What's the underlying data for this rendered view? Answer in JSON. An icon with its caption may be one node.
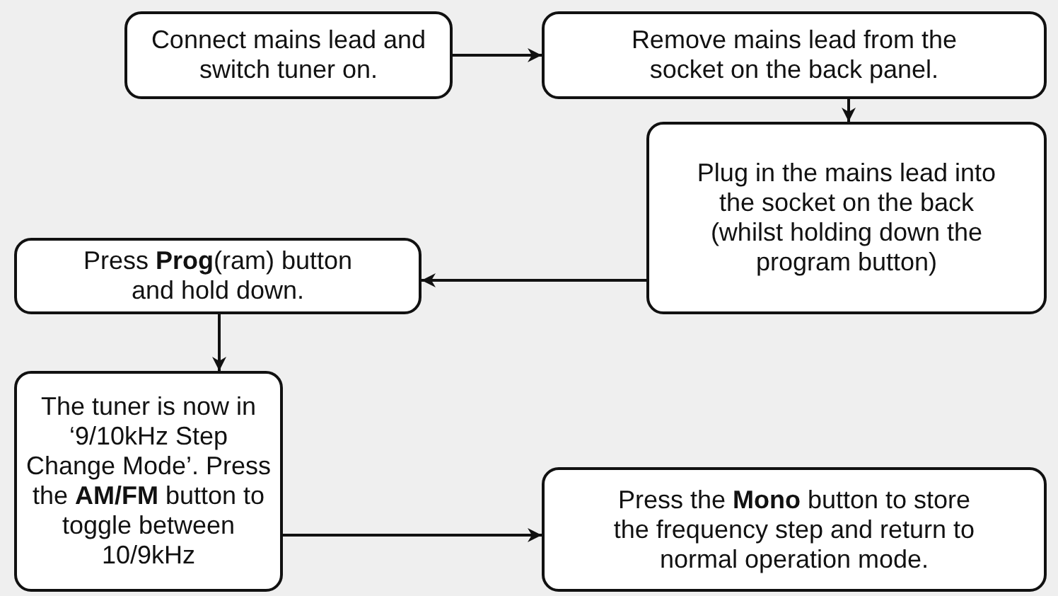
{
  "diagram": {
    "nodes": [
      {
        "text": [
          "Connect mains lead and switch tuner on."
        ]
      },
      {
        "text": [
          "Remove mains lead from the socket on the back panel."
        ]
      },
      {
        "text": [
          "Plug in the mains lead into the socket on the back (whilst holding down the program button)"
        ]
      },
      {
        "text": [
          "Press **Prog**(ram) button and hold down."
        ]
      },
      {
        "text": [
          "The tuner is now in ‘9/10kHz Step Change Mode’. Press the **AM/FM** button to toggle between 10/9kHz"
        ]
      },
      {
        "text": [
          "Press the **Mono** button to store the frequency step and return to normal operation mode."
        ]
      }
    ],
    "edges": [
      {
        "from": 0,
        "to": 1,
        "arrow": "to"
      },
      {
        "from": 1,
        "to": 2,
        "arrow": "to"
      },
      {
        "from": 2,
        "to": 3,
        "arrow": "to"
      },
      {
        "from": 3,
        "to": 4,
        "arrow": "to"
      },
      {
        "from": 4,
        "to": 5,
        "arrow": "to"
      }
    ]
  }
}
